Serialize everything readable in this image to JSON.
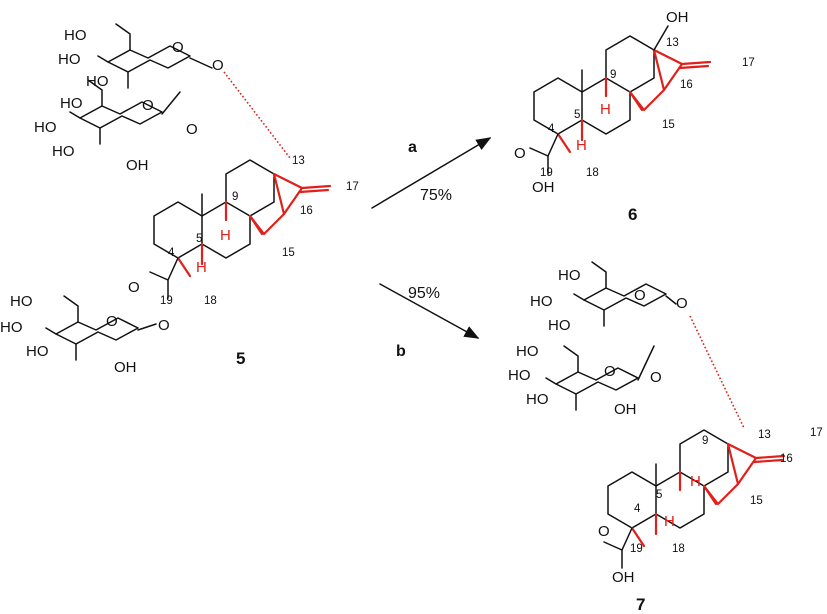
{
  "compounds": [
    {
      "id": "5",
      "label": "5"
    },
    {
      "id": "6",
      "label": "6"
    },
    {
      "id": "7",
      "label": "7"
    }
  ],
  "reactions": [
    {
      "letter": "a",
      "yield": "75%"
    },
    {
      "letter": "b",
      "yield": "95%"
    }
  ],
  "groups": {
    "oh": "OH",
    "ho": "HO",
    "o": "O",
    "h": "H"
  },
  "atom_numbers": {
    "c4": "4",
    "c5": "5",
    "c9": "9",
    "c13": "13",
    "c15": "15",
    "c16": "16",
    "c17": "17",
    "c18": "18",
    "c19": "19"
  },
  "colors": {
    "highlight": "#e0201a",
    "bond": "#111111"
  }
}
